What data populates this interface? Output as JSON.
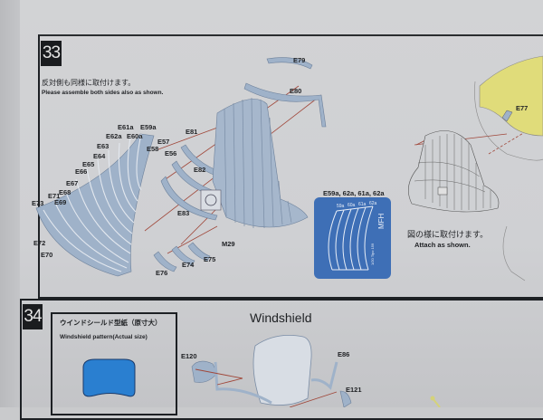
{
  "document": {
    "type": "model kit assembly instruction sheet (photo)"
  },
  "step33": {
    "number": "33",
    "instruction_jp": "反対側も同様に取付けます。",
    "instruction_en": "Please assemble both sides also as shown.",
    "part_labels": {
      "rib_group": [
        "E61a",
        "E59a",
        "E62a",
        "E60a",
        "E63",
        "E57",
        "E64",
        "E58",
        "E65",
        "E56",
        "E66",
        "E67",
        "E68",
        "E71",
        "E69",
        "E73",
        "E72",
        "E70"
      ],
      "upper_frames": [
        "E79",
        "E80"
      ],
      "inner_frames": [
        "E81",
        "E82",
        "E83"
      ],
      "small_parts": [
        "E76",
        "E74",
        "E75",
        "M29"
      ],
      "headlight_part": "E77"
    },
    "detail_box": {
      "title": "E59a, 62a, 61a, 62a",
      "inner_labels": [
        "59a",
        "60a",
        "61a",
        "62a"
      ],
      "side_text": "MFH",
      "small_text": "1/20 Tipo 159",
      "color": "#3e6fb6"
    },
    "result_caption_jp": "図の様に取付けます。",
    "result_caption_en": "Attach as shown."
  },
  "step34": {
    "number": "34",
    "pattern_box": {
      "title_jp": "ウインドシールド型紙（原寸大）",
      "title_en": "Windshield pattern(Actual size)",
      "shape_color": "#2a7fd0"
    },
    "section_title": "Windshield",
    "part_labels": [
      "E120",
      "E86",
      "E121"
    ]
  },
  "colors": {
    "paper": "#d0d1d3",
    "part_gray_blue": "#9fb2c9",
    "lead_line_red": "#a0473a",
    "highlight_yellow": "#e0dc7a"
  }
}
